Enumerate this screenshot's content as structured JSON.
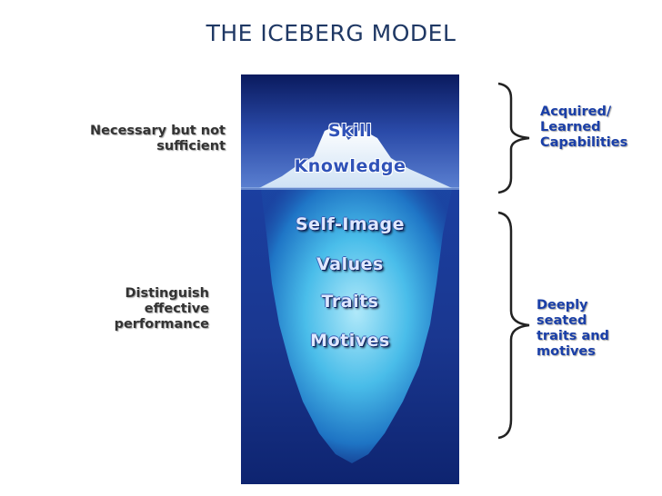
{
  "title": "THE ICEBERG MODEL",
  "iceberg": {
    "above_water": [
      "Skill",
      "Knowledge"
    ],
    "below_water": [
      "Self-Image",
      "Values",
      "Traits",
      "Motives"
    ]
  },
  "left_labels": {
    "top": [
      "Necessary but not",
      "sufficient"
    ],
    "bottom": [
      "Distinguish",
      "effective",
      "performance"
    ]
  },
  "right_labels": {
    "top": [
      "Acquired/",
      "Learned",
      "Capabilities"
    ],
    "bottom": [
      "Deeply",
      "seated",
      "traits and",
      "motives"
    ]
  },
  "colors": {
    "title": "#1f3864",
    "right_label": "#1a3fa8",
    "left_label": "#333333",
    "sky_top": "#0b1f6b",
    "water_deep": "#102a8a"
  }
}
